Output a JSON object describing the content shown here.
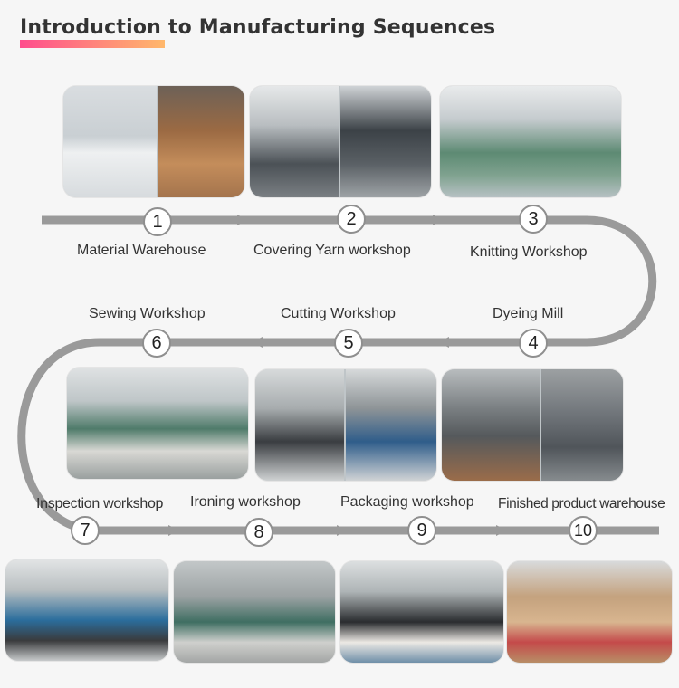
{
  "title": "Introduction to Manufacturing Sequences",
  "colors": {
    "accent_start": "#ff4d8d",
    "accent_end": "#ffb86b",
    "path": "#9a9a9a"
  },
  "steps": [
    {
      "number": "1",
      "label": "Material Warehouse"
    },
    {
      "number": "2",
      "label": "Covering Yarn workshop"
    },
    {
      "number": "3",
      "label": "Knitting Workshop"
    },
    {
      "number": "4",
      "label": "Dyeing Mill"
    },
    {
      "number": "5",
      "label": "Cutting Workshop"
    },
    {
      "number": "6",
      "label": "Sewing Workshop"
    },
    {
      "number": "7",
      "label": "Inspection workshop"
    },
    {
      "number": "8",
      "label": "Ironing workshop"
    },
    {
      "number": "9",
      "label": "Packaging workshop"
    },
    {
      "number": "10",
      "label": "Finished product warehouse"
    }
  ]
}
